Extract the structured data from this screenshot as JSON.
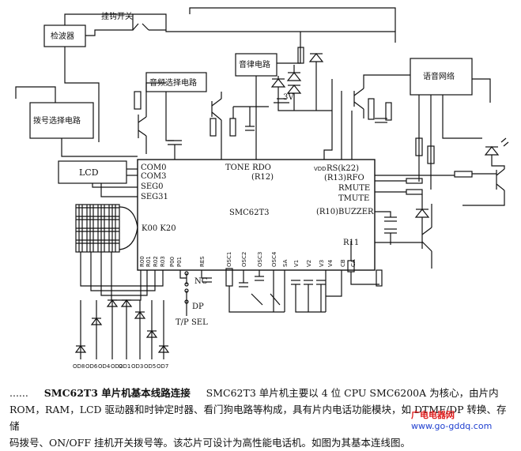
{
  "blocks": {
    "detector": "检波器",
    "hook_switch": "挂钩开关",
    "dial_select": "拨号选择电路",
    "audio_select": "音频选择电路",
    "melody": "音律电路",
    "voice_network": "语音网络",
    "lcd": "LCD",
    "chip": "SMC62T3"
  },
  "pins": {
    "com0": "COM0",
    "com3": "COM3",
    "seg0": "SEG0",
    "seg31": "SEG31",
    "k00_k20": "K00  K20",
    "tone_rdo": "TONE  RDO",
    "r12": "(R12)",
    "rs": "RS(k22)",
    "r13_rfo": "(R13)RFO",
    "rmute": "RMUTE",
    "tmute": "TMUTE",
    "buzzer": "(R10)BUZZER",
    "r11": "R11",
    "vdd": "VDD",
    "rotated": [
      "R00",
      "R01",
      "R02",
      "R03",
      "P00",
      "P01",
      "RES",
      "OSC1",
      "OSC2",
      "OSC3",
      "OSC4",
      "SA",
      "V1",
      "V2",
      "V3",
      "V4",
      "CB",
      "CA"
    ]
  },
  "labels": {
    "nc": "NC",
    "dp": "DP",
    "tp_sel": "T/P SEL",
    "v3": "3V",
    "diodes": [
      "OD8",
      "OD6",
      "OD4",
      "OD2",
      "OD1",
      "OD3",
      "OD5",
      "OD7"
    ]
  },
  "caption": {
    "fig_no": "......",
    "title": "SMC62T3 单片机基本线路连接",
    "line1": "SMC62T3 单片机主要以 4 位 CPU SMC6200A 为核心，由片内",
    "line2": "ROM，RAM，LCD 驱动器和时钟定时器、看门狗电路等构成，具有片内电话功能模块，如 DTMF/DP 转换、存储",
    "line3": "码拨号、ON/OFF 挂机开关拨号等。该芯片可设计为高性能电话机。如图为其基本连线图。"
  },
  "watermark": {
    "line1": "广电电器网",
    "line2": "www.go-gddq.com"
  }
}
